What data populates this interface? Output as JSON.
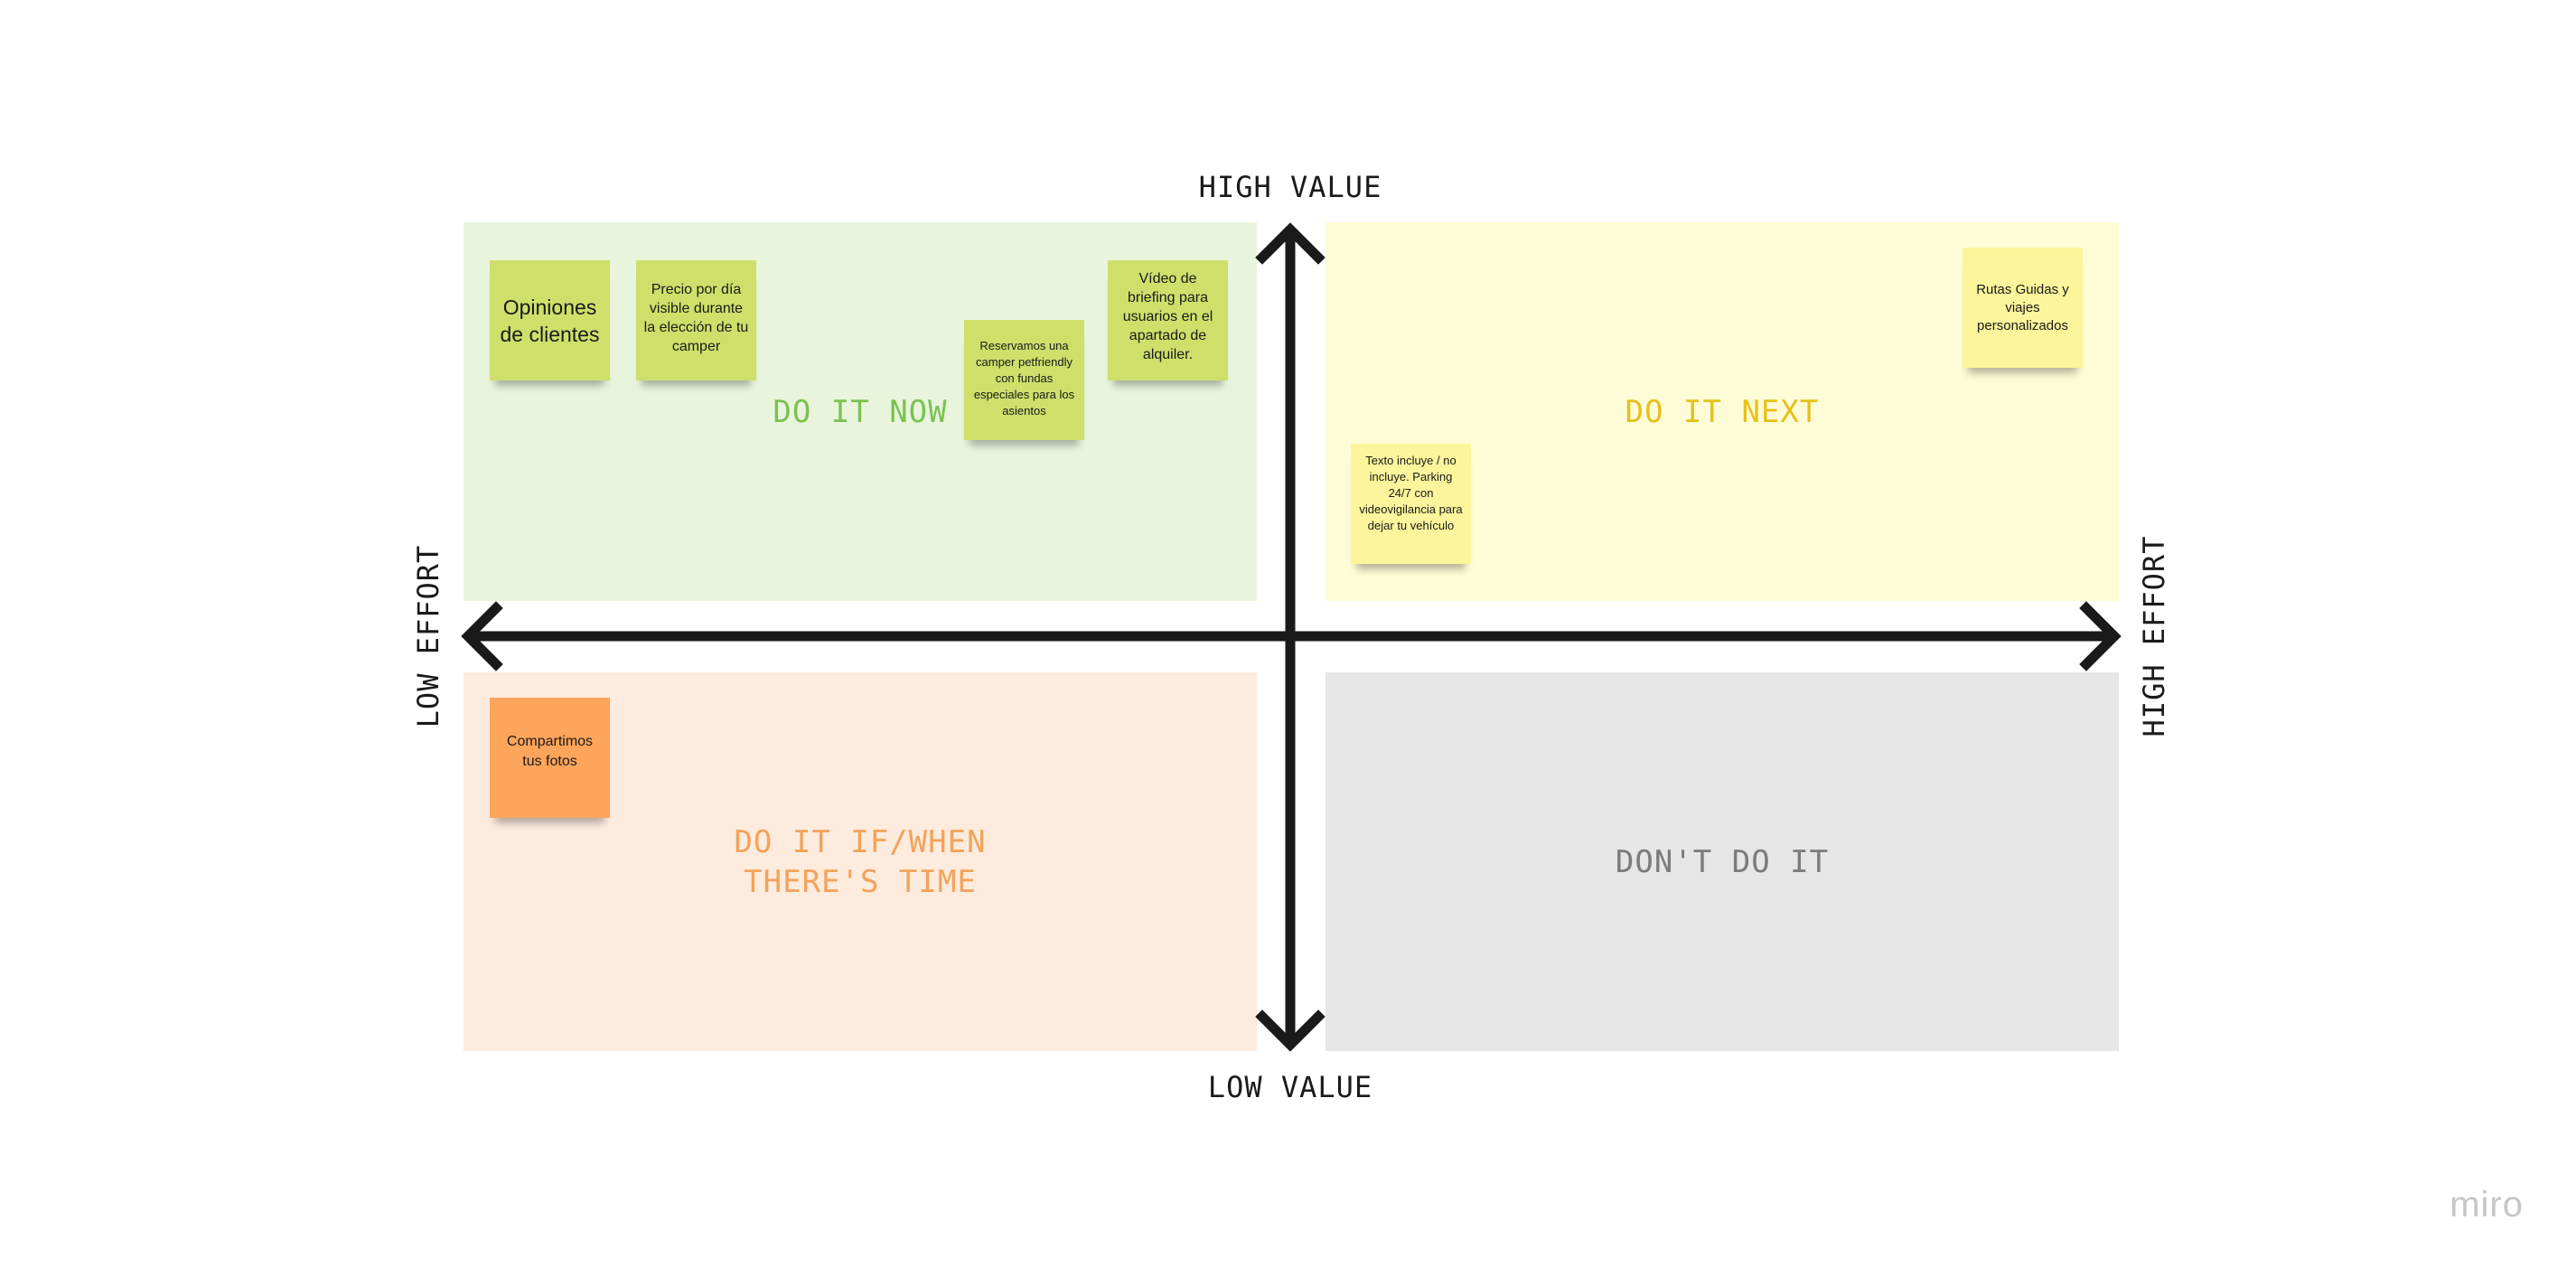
{
  "quadrants": {
    "now": {
      "title": "DO IT NOW",
      "bg": "#e8f4dc",
      "color": "#7cc252"
    },
    "next": {
      "title": "DO IT NEXT",
      "bg": "#fefcd6",
      "color": "#e6c11c"
    },
    "if": {
      "title": "DO IT IF/WHEN\nTHERE'S TIME",
      "bg": "#fdebdd",
      "color": "#f2a35a"
    },
    "dont": {
      "title": "DON'T DO IT",
      "bg": "#e6e6e6",
      "color": "#7b7b7b"
    }
  },
  "axes": {
    "high_value": "HIGH VALUE",
    "low_value": "LOW VALUE",
    "low_effort": "LOW EFFORT",
    "high_effort": "HIGH EFFORT",
    "arrow_color": "#1a1a1a"
  },
  "stickies": [
    {
      "text": "Opiniones de clientes",
      "quadrant": "do-it-now",
      "color": "#cee06a"
    },
    {
      "text": "Precio por día visible durante la elección de tu camper",
      "quadrant": "do-it-now",
      "color": "#cee06a"
    },
    {
      "text": "Reservamos una camper petfriendly con fundas especiales para los asientos",
      "quadrant": "do-it-now",
      "color": "#cee06a"
    },
    {
      "text": "Vídeo de briefing para usuarios en el apartado de alquiler.",
      "quadrant": "do-it-now",
      "color": "#cee06a"
    },
    {
      "text": "Rutas Guidas y viajes personalizados",
      "quadrant": "do-it-next",
      "color": "#fdf59b"
    },
    {
      "text": "Texto incluye / no incluye. Parking 24/7 con videovigilancia para dejar tu vehículo",
      "quadrant": "do-it-next",
      "color": "#fdf59b"
    },
    {
      "text": "Compartimos tus fotos",
      "quadrant": "do-it-if-when-there-is-time",
      "color": "#fea55c"
    }
  ],
  "brand": {
    "logo": "miro"
  }
}
